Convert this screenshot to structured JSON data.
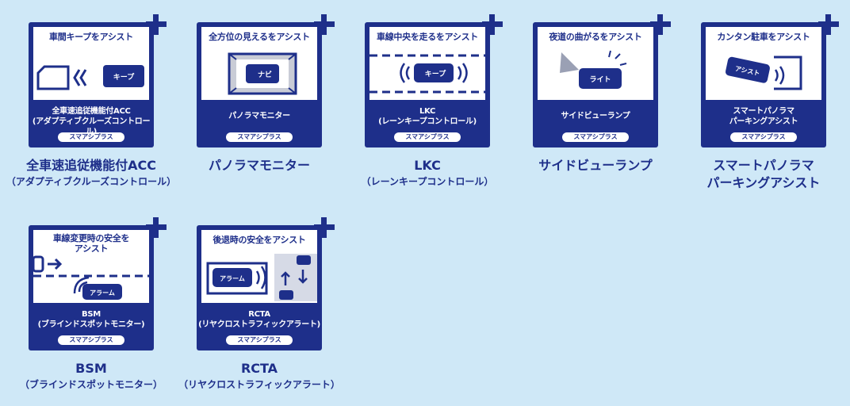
{
  "colors": {
    "background": "#cfe8f7",
    "navy": "#1e2f8a",
    "white": "#ffffff",
    "gray": "#c9ccd6"
  },
  "tiles": [
    {
      "headline": "車間キープをアシスト",
      "illustration_label": "キープ",
      "name": [
        "全車速追従機能付ACC",
        "(アダプティブクルーズコントロール)"
      ],
      "badge": "スマアシプラス",
      "caption": [
        "全車速追従機能付ACC",
        "（アダプティブクルーズコントロール）"
      ]
    },
    {
      "headline": "全方位の見えるをアシスト",
      "illustration_label": "ナビ",
      "name": [
        "パノラマモニター",
        ""
      ],
      "badge": "スマアシプラス",
      "caption": [
        "パノラマモニター",
        ""
      ]
    },
    {
      "headline": "車線中央を走るをアシスト",
      "illustration_label": "キープ",
      "name": [
        "LKC",
        "(レーンキープコントロール)"
      ],
      "badge": "スマアシプラス",
      "caption": [
        "LKC",
        "（レーンキープコントロール）"
      ]
    },
    {
      "headline": "夜道の曲がるをアシスト",
      "illustration_label": "ライト",
      "name": [
        "サイドビューランプ",
        ""
      ],
      "badge": "スマアシプラス",
      "caption": [
        "サイドビューランプ",
        ""
      ]
    },
    {
      "headline": "カンタン駐車をアシスト",
      "illustration_label": "アシスト",
      "name": [
        "スマートパノラマ",
        "パーキングアシスト"
      ],
      "badge": "スマアシプラス",
      "caption": [
        "スマートパノラマ",
        "パーキングアシスト"
      ]
    },
    {
      "headline": "車線変更時の安全を\nアシスト",
      "illustration_label": "アラーム",
      "name": [
        "BSM",
        "(ブラインドスポットモニター)"
      ],
      "badge": "スマアシプラス",
      "caption": [
        "BSM",
        "（ブラインドスポットモニター）"
      ]
    },
    {
      "headline": "後退時の安全をアシスト",
      "illustration_label": "アラーム",
      "name": [
        "RCTA",
        "(リヤクロストラフィックアラート)"
      ],
      "badge": "スマアシプラス",
      "caption": [
        "RCTA",
        "（リヤクロストラフィックアラート）"
      ]
    }
  ]
}
